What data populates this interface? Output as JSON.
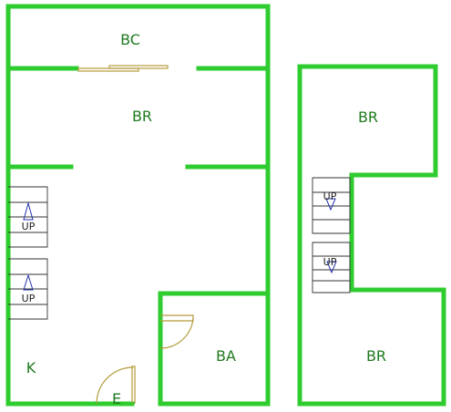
{
  "floor_plan": {
    "left_unit": {
      "rooms": {
        "balcony": "BC",
        "bedroom": "BR",
        "kitchen": "K",
        "bath": "BA",
        "entry": "E"
      },
      "stairs": [
        {
          "label": "UP"
        },
        {
          "label": "UP"
        }
      ]
    },
    "right_unit": {
      "rooms": {
        "bedroom_top": "BR",
        "bedroom_bottom": "BR"
      },
      "stairs": [
        {
          "label": "UP"
        },
        {
          "label": "UP"
        }
      ]
    },
    "colors": {
      "wall": "#2ecc2e",
      "label": "#1f7a1f",
      "door": "#b39b3a"
    }
  }
}
